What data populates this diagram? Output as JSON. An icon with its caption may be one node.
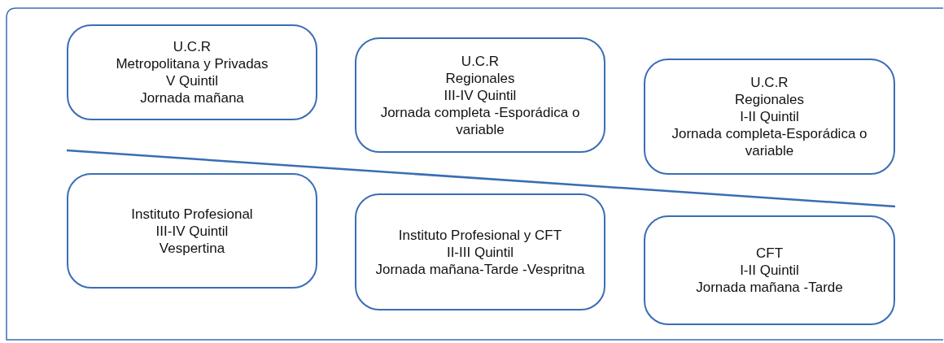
{
  "diagram": {
    "nodes": [
      {
        "text": [
          "U.C.R",
          "Metropolitana y Privadas",
          "V Quintil",
          "Jornada mañana"
        ]
      },
      {
        "text": [
          "U.C.R",
          "Regionales",
          "III-IV Quintil",
          "Jornada completa -Esporádica o variable"
        ]
      },
      {
        "text": [
          "U.C.R",
          "Regionales",
          "I-II Quintil",
          "Jornada completa-Esporádica o variable"
        ]
      },
      {
        "text": [
          "Instituto Profesional",
          "III-IV Quintil",
          "Vespertina"
        ]
      },
      {
        "text": [
          "Instituto Profesional y CFT",
          "II-III Quintil",
          "Jornada mañana-Tarde -Vespritna"
        ]
      },
      {
        "text": [
          "CFT",
          "I-II Quintil",
          "Jornada mañana -Tarde"
        ]
      }
    ]
  }
}
